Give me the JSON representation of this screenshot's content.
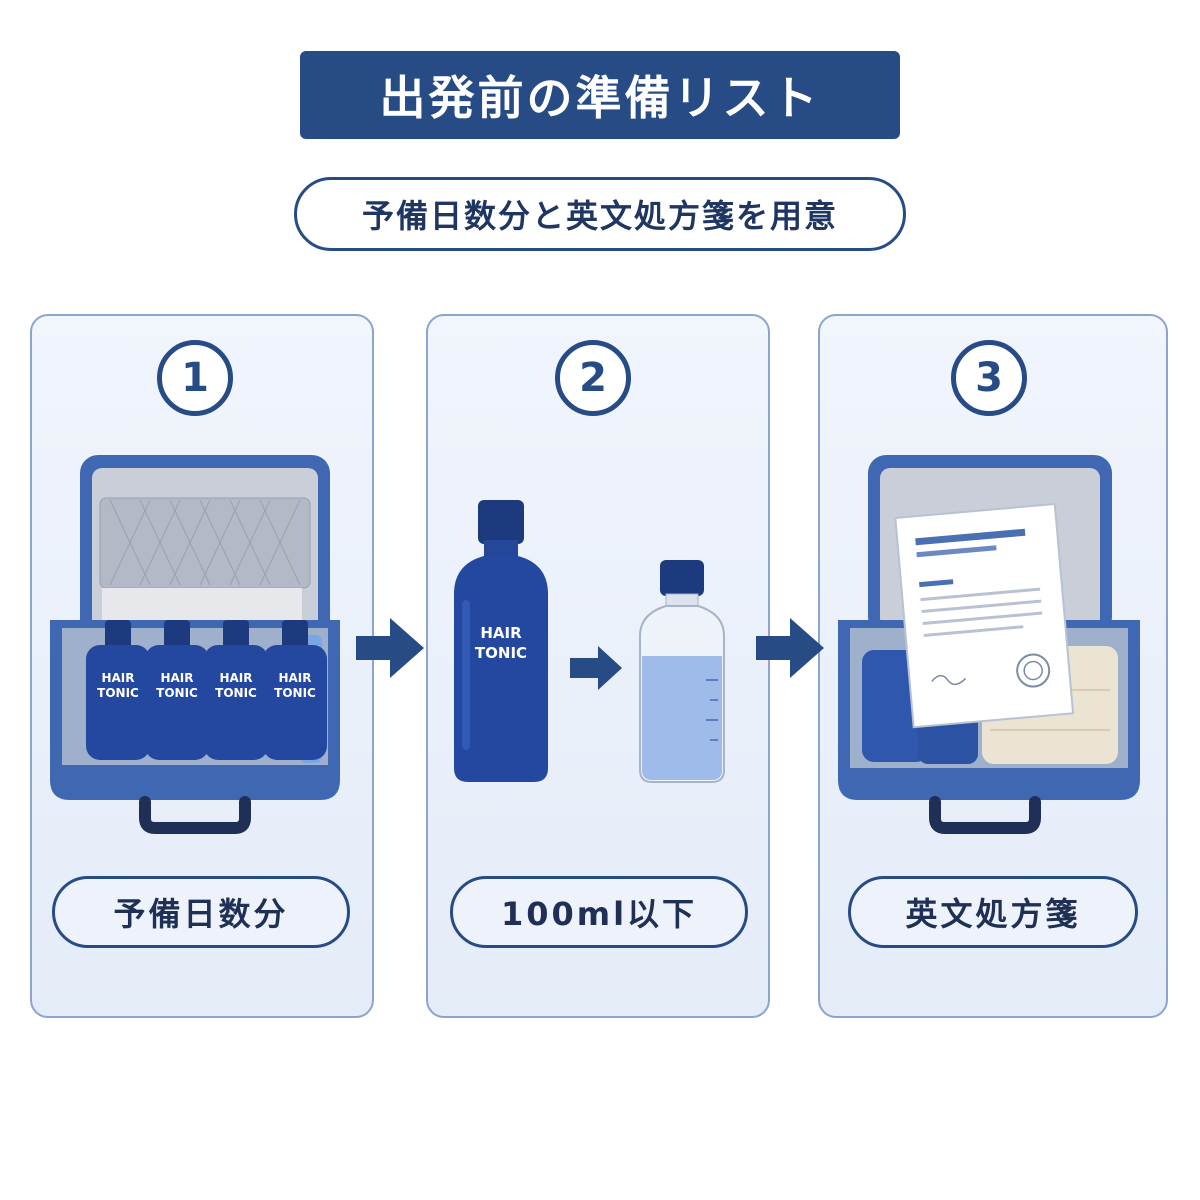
{
  "title": "出発前の準備リスト",
  "subtitle": "予備日数分と英文処方箋を用意",
  "steps": [
    {
      "number": "1",
      "label": "予備日数分"
    },
    {
      "number": "2",
      "label": "100ml以下"
    },
    {
      "number": "3",
      "label": "英文処方箋"
    }
  ],
  "bottle_text": {
    "line1": "HAIR",
    "line2": "TONIC"
  },
  "colors": {
    "navy": "#264b85",
    "panel_bg": "#eaf0fa",
    "panel_border": "#8ca4cf",
    "suitcase": "#3f67b2",
    "bottle": "#1f3f8f"
  },
  "icons": [
    "suitcase-icon",
    "hair-tonic-bottle-icon",
    "small-bottle-icon",
    "prescription-document-icon",
    "arrow-right-icon"
  ]
}
